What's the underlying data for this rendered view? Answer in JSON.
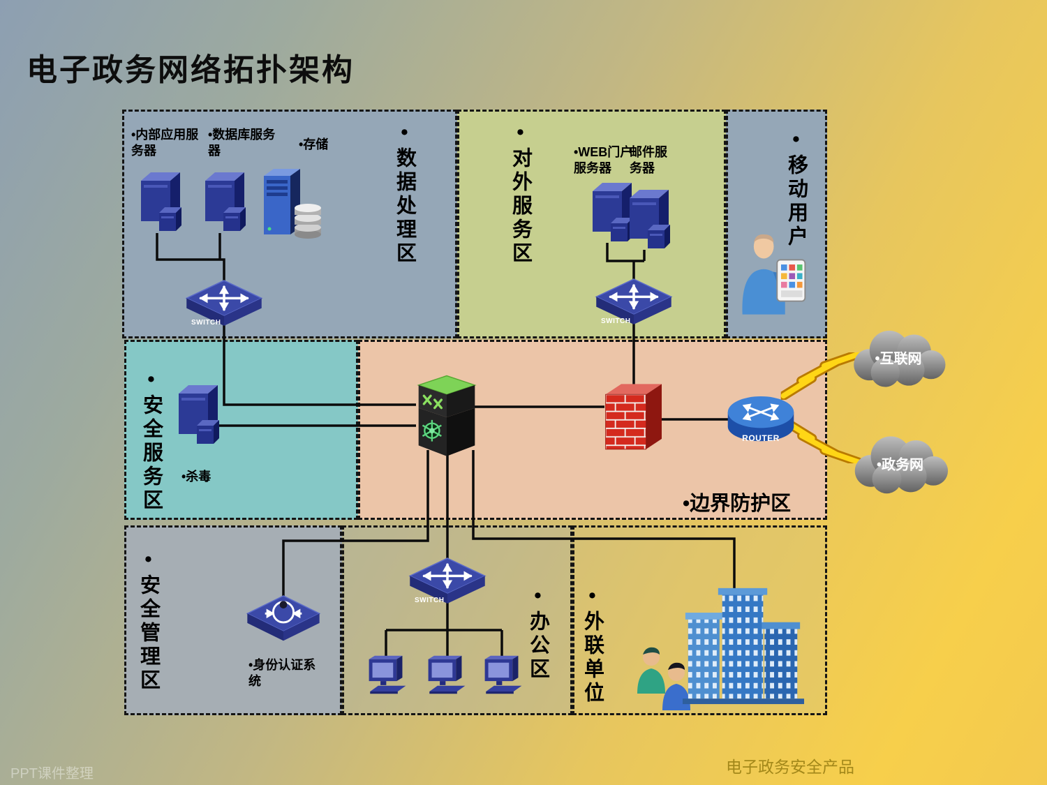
{
  "title": "电子政务网络拓扑架构",
  "footer": "电子政务安全产品",
  "watermark": "PPT课件整理",
  "zones": {
    "data_processing": {
      "label": "•数据处理区"
    },
    "external_service": {
      "label": "•对外服务区"
    },
    "mobile_users": {
      "label": "•移动用户"
    },
    "security_service": {
      "label": "•安全服务区"
    },
    "border_protection": {
      "label": "•边界防护区"
    },
    "security_management": {
      "label": "•安全管理区"
    },
    "office": {
      "label": "•办公区"
    },
    "external_unit": {
      "label": "•外联单位"
    }
  },
  "nodes": {
    "internal_app_server": {
      "label": "•内部应用服务器"
    },
    "database_server": {
      "label": "•数据库服务器"
    },
    "storage": {
      "label": "•存储"
    },
    "web_portal_server": {
      "label": "•WEB门户服务器"
    },
    "mail_server": {
      "label": "邮件服务器"
    },
    "antivirus": {
      "label": "•杀毒"
    },
    "identity_auth": {
      "label": "•身份认证系统"
    },
    "internet_cloud": {
      "label": "•互联网"
    },
    "gov_cloud": {
      "label": "•政务网"
    },
    "switch": {
      "label": "SWITCH"
    },
    "router": {
      "label": "ROUTER"
    }
  }
}
